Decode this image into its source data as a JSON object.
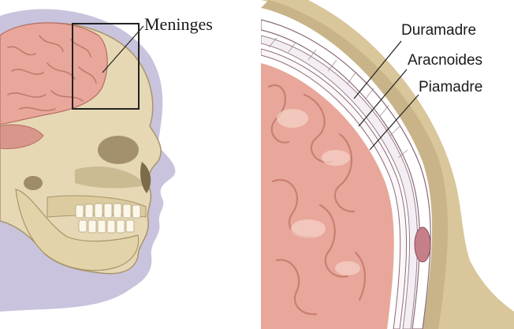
{
  "left_panel": {
    "label": "Meninges"
  },
  "right_panel": {
    "labels": {
      "dura": "Duramadre",
      "arachnoid": "Aracnoides",
      "pia": "Piamadre"
    }
  },
  "colors": {
    "shadow": "#c9c3dd",
    "skull": "#e6d8b4",
    "brain": "#e8a79a",
    "dura": "#ffffff",
    "bone_cut": "#c9b48a"
  }
}
